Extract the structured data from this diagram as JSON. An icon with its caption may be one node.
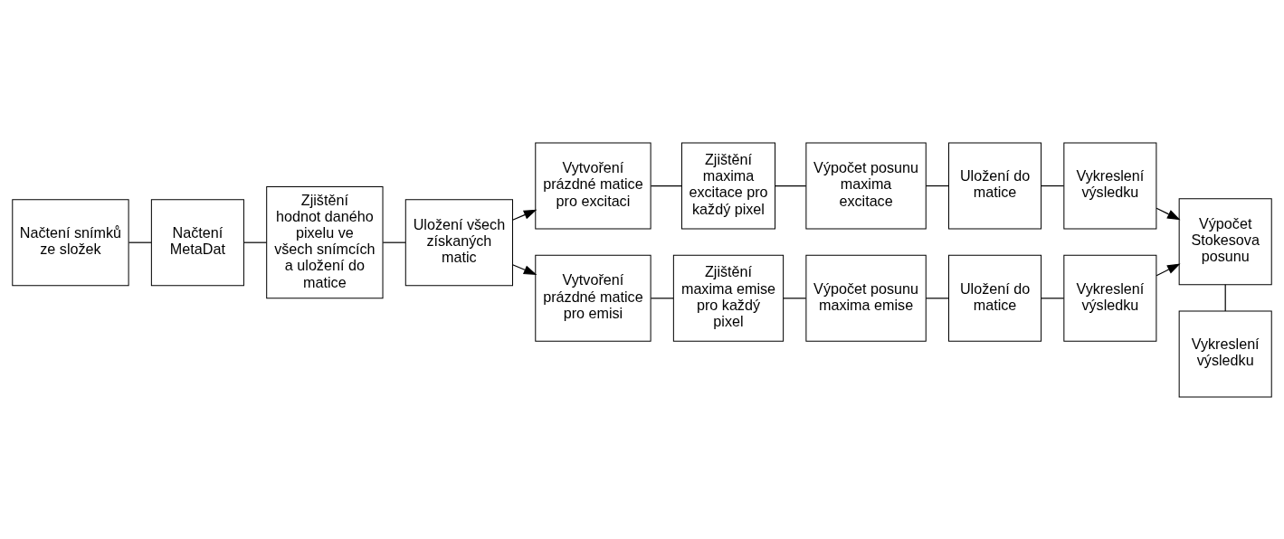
{
  "diagram": {
    "nodes": [
      {
        "text": [
          "Načtení snímků ze složek"
        ]
      },
      {
        "text": [
          "Načtení MetaDat"
        ]
      },
      {
        "text": [
          "Zjištění hodnot daného pixelu ve všech snímcích a uložení do matice"
        ]
      },
      {
        "text": [
          "Uložení všech získaných matic"
        ]
      },
      {
        "text": [
          "Vytvoření prázdné matice pro excitaci"
        ]
      },
      {
        "text": [
          "Zjištění maxima excitace pro každý pixel"
        ]
      },
      {
        "text": [
          "Výpočet posunu maxima excitace"
        ]
      },
      {
        "text": [
          "Uložení do matice"
        ]
      },
      {
        "text": [
          "Vykreslení výsledku"
        ]
      },
      {
        "text": [
          "Vytvoření prázdné matice pro emisi"
        ]
      },
      {
        "text": [
          "Zjištění maxima emise pro každý pixel"
        ]
      },
      {
        "text": [
          "Výpočet posunu maxima emise"
        ]
      },
      {
        "text": [
          "Uložení do matice"
        ]
      },
      {
        "text": [
          "Vykreslení výsledku"
        ]
      },
      {
        "text": [
          "Výpočet Stokesova posunu"
        ]
      },
      {
        "text": [
          "Vykreslení výsledku"
        ]
      }
    ],
    "edges": [
      {
        "from": 0,
        "to": 1,
        "arrow": "none"
      },
      {
        "from": 1,
        "to": 2,
        "arrow": "none"
      },
      {
        "from": 2,
        "to": 3,
        "arrow": "none"
      },
      {
        "from": 3,
        "to": 4,
        "arrow": "to"
      },
      {
        "from": 3,
        "to": 9,
        "arrow": "to"
      },
      {
        "from": 4,
        "to": 5,
        "arrow": "none"
      },
      {
        "from": 5,
        "to": 6,
        "arrow": "none"
      },
      {
        "from": 6,
        "to": 7,
        "arrow": "none"
      },
      {
        "from": 7,
        "to": 8,
        "arrow": "none"
      },
      {
        "from": 9,
        "to": 10,
        "arrow": "none"
      },
      {
        "from": 10,
        "to": 11,
        "arrow": "none"
      },
      {
        "from": 11,
        "to": 12,
        "arrow": "none"
      },
      {
        "from": 12,
        "to": 13,
        "arrow": "none"
      },
      {
        "from": 8,
        "to": 14,
        "arrow": "to"
      },
      {
        "from": 13,
        "to": 14,
        "arrow": "to"
      },
      {
        "from": 14,
        "to": 15,
        "arrow": "none"
      }
    ]
  }
}
